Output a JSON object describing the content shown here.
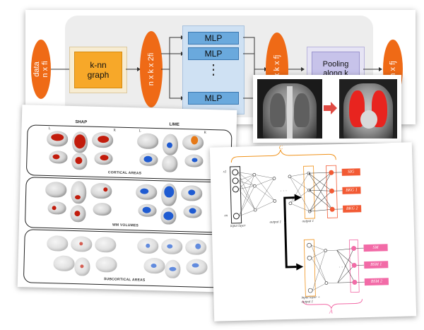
{
  "pipeline": {
    "data_label": "data",
    "data_sub": "n x fi",
    "knn_label": "k-nn graph",
    "nxk_label": "n x k x 2fi",
    "mlp_labels": [
      "MLP",
      "MLP",
      "MLP"
    ],
    "dots": "⋮",
    "nxkf_label": "n x k x fj",
    "pooling_label": "Pooling along k",
    "out_label": "n x fj",
    "colors": {
      "orange": "#ef6a16",
      "knn_fill": "#f7a829",
      "mlp_fill": "#6aa9dd",
      "mlp_group": "#cfe1f3",
      "pool_fill": "#c7c3ea"
    }
  },
  "xray": {
    "colors": {
      "lung_highlight": "#e8241f",
      "arrow": "#e04a43"
    }
  },
  "brain_figure": {
    "shap_title": "SHAP",
    "lime_title": "LIME",
    "row_labels": [
      "CORTICAL AREAS",
      "WM VOLUMES",
      "SUBCORTICAL AREAS"
    ],
    "side_l": "L",
    "side_r": "R",
    "colors": {
      "shap": "#c21c0c",
      "lime": "#1f5bd1",
      "lime_extra": "#e67917"
    }
  },
  "network": {
    "top_label": "C",
    "bottom_label": "A",
    "input_label": "input layer",
    "output_label": "output 1",
    "output_label_2": "output 1",
    "bottom_input_label": "input layer + output 1",
    "x1": "x1",
    "xn": "xn",
    "top_outputs": [
      "SIG",
      "BKG 1",
      "BKG 2"
    ],
    "bottom_outputs": [
      "SM",
      "BSM 1",
      "BSM 2"
    ],
    "colors": {
      "top_tag": "#f25a34",
      "bottom_tag": "#f26ba7",
      "bracket": "#f0931c"
    }
  }
}
